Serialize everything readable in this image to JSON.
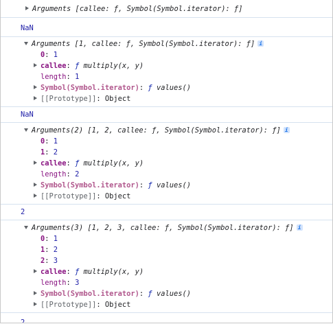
{
  "entries": [
    {
      "type": "object",
      "collapsed": true,
      "summary": "Arguments [callee: ƒ, Symbol(Symbol.iterator): ƒ]"
    },
    {
      "type": "result",
      "text": "NaN"
    },
    {
      "type": "object",
      "header": "Arguments [1, callee: ƒ, Symbol(Symbol.iterator): ƒ]",
      "rows": [
        {
          "key": "0",
          "value": "1"
        },
        {
          "key": "callee",
          "prefix": "ƒ",
          "value": "multiply(x, y)"
        },
        {
          "key": "length",
          "value": "1"
        },
        {
          "key": "Symbol(Symbol.iterator)",
          "prefix": "ƒ",
          "value": "values()"
        },
        {
          "key": "[[Prototype]]",
          "value": "Object"
        }
      ]
    },
    {
      "type": "result",
      "text": "NaN"
    },
    {
      "type": "object",
      "header": "Arguments(2) [1, 2, callee: ƒ, Symbol(Symbol.iterator): ƒ]",
      "rows": [
        {
          "key": "0",
          "value": "1"
        },
        {
          "key": "1",
          "value": "2"
        },
        {
          "key": "callee",
          "prefix": "ƒ",
          "value": "multiply(x, y)"
        },
        {
          "key": "length",
          "value": "2"
        },
        {
          "key": "Symbol(Symbol.iterator)",
          "prefix": "ƒ",
          "value": "values()"
        },
        {
          "key": "[[Prototype]]",
          "value": "Object"
        }
      ]
    },
    {
      "type": "result",
      "text": "2"
    },
    {
      "type": "object",
      "header": "Arguments(3) [1, 2, 3, callee: ƒ, Symbol(Symbol.iterator): ƒ]",
      "rows": [
        {
          "key": "0",
          "value": "1"
        },
        {
          "key": "1",
          "value": "2"
        },
        {
          "key": "2",
          "value": "3"
        },
        {
          "key": "callee",
          "prefix": "ƒ",
          "value": "multiply(x, y)"
        },
        {
          "key": "length",
          "value": "3"
        },
        {
          "key": "Symbol(Symbol.iterator)",
          "prefix": "ƒ",
          "value": "values()"
        },
        {
          "key": "[[Prototype]]",
          "value": "Object"
        }
      ]
    },
    {
      "type": "result",
      "text": "2"
    }
  ],
  "info_badge": "i",
  "icons": {
    "expand": "triangle-right-icon",
    "collapse": "triangle-down-icon",
    "info": "info-icon"
  },
  "colors": {
    "number": "#1a1aa6",
    "own_key": "#881280",
    "symbol_key": "#b0568c",
    "function_keyword": "#0d22aa",
    "separator": "#d6e2ef"
  }
}
